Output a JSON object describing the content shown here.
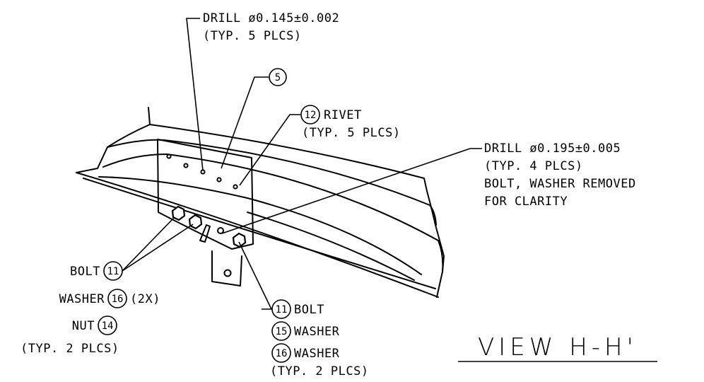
{
  "notes": {
    "drill_small_line1": "DRILL ø0.145±0.002",
    "drill_small_line2": "(TYP. 5 PLCS)",
    "rivet_label": "RIVET",
    "rivet_typ": "(TYP. 5 PLCS)",
    "drill_large_line1": "DRILL ø0.195±0.005",
    "drill_large_line2": "(TYP. 4 PLCS)",
    "drill_large_line3": "BOLT, WASHER REMOVED",
    "drill_large_line4": "FOR CLARITY",
    "left_bolt": "BOLT",
    "left_washer": "WASHER",
    "left_washer_qty": "(2X)",
    "left_nut": "NUT",
    "left_typ": "(TYP. 2 PLCS)",
    "right_bolt": "BOLT",
    "right_washer_a": "WASHER",
    "right_washer_b": "WASHER",
    "right_typ": "(TYP. 2 PLCS)"
  },
  "balloons": {
    "item5": "5",
    "item12": "12",
    "left_bolt": "11",
    "left_washer": "16",
    "left_nut": "14",
    "right_bolt": "11",
    "right_washer_a": "15",
    "right_washer_b": "16"
  },
  "view_title": "VIEW H-H'"
}
